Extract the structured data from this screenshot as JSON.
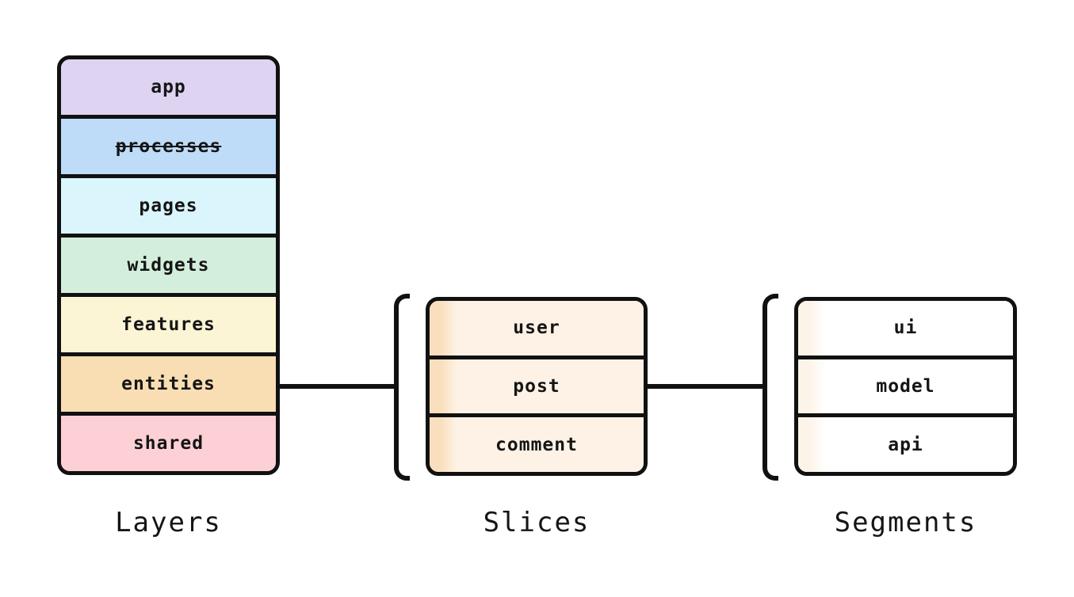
{
  "colors": {
    "background": "#ffffff",
    "border": "#111111",
    "text": "#151515"
  },
  "layers": {
    "title": "Layers",
    "items": [
      {
        "label": "app",
        "color": "#ded3f1",
        "strikethrough": false
      },
      {
        "label": "processes",
        "color": "#bedcf8",
        "strikethrough": true
      },
      {
        "label": "pages",
        "color": "#daf5fb",
        "strikethrough": false
      },
      {
        "label": "widgets",
        "color": "#d3efdc",
        "strikethrough": false
      },
      {
        "label": "features",
        "color": "#fbf5d5",
        "strikethrough": false
      },
      {
        "label": "entities",
        "color": "#f9deb4",
        "strikethrough": false
      },
      {
        "label": "shared",
        "color": "#fcd0d5",
        "strikethrough": false
      }
    ]
  },
  "slices": {
    "title": "Slices",
    "stripe": "#fadfbe",
    "fill": "#fdf2e5",
    "items": [
      {
        "label": "user"
      },
      {
        "label": "post"
      },
      {
        "label": "comment"
      }
    ]
  },
  "segments": {
    "title": "Segments",
    "stripe": "#fdf4e9",
    "fill": "#ffffff",
    "items": [
      {
        "label": "ui"
      },
      {
        "label": "model"
      },
      {
        "label": "api"
      }
    ]
  }
}
